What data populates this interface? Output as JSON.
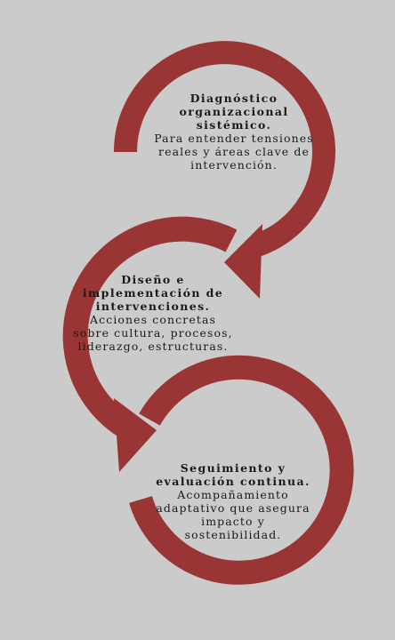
{
  "colors": {
    "background": "#cbcbcb",
    "ring": "#993535",
    "text": "#1a1a1a"
  },
  "steps": [
    {
      "title_lines": [
        "Diagnóstico",
        "organizacional",
        "sistémico."
      ],
      "desc_lines": [
        "Para entender tensiones",
        "reales y áreas clave de",
        "intervención."
      ]
    },
    {
      "title_lines": [
        "Diseño e",
        "implementación de",
        "intervenciones."
      ],
      "desc_lines": [
        "Acciones concretas",
        "sobre cultura, procesos,",
        "liderazgo, estructuras."
      ]
    },
    {
      "title_lines": [
        "Seguimiento y",
        "evaluación continua."
      ],
      "desc_lines": [
        "Acompañamiento",
        "adaptativo que asegura",
        "impacto y",
        "sostenibilidad."
      ]
    }
  ]
}
